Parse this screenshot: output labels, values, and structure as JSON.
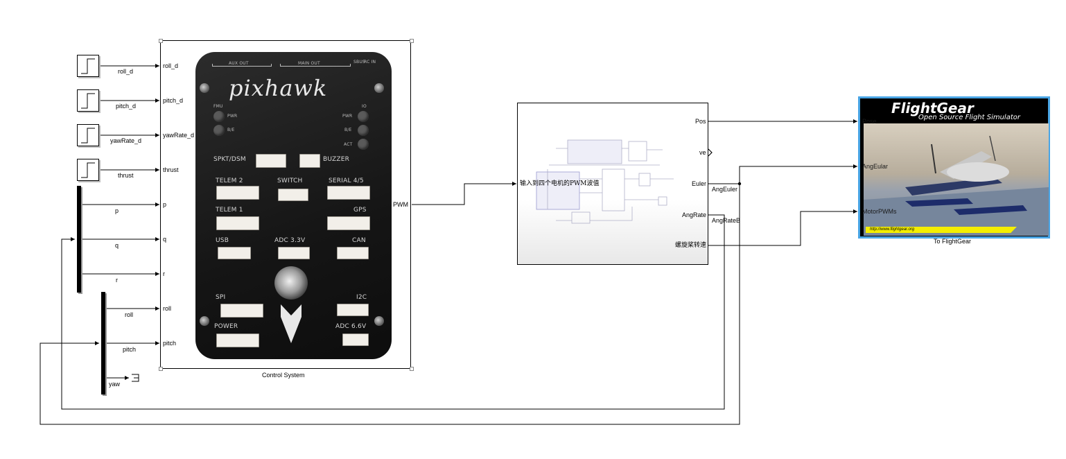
{
  "control_system": {
    "name": "Control System",
    "brand": "pixhawk",
    "inports": [
      "roll_d",
      "pitch_d",
      "yawRate_d",
      "thrust",
      "p",
      "q",
      "r",
      "roll",
      "pitch"
    ],
    "outport": "PWM",
    "panel": {
      "aux_out": "AUX OUT",
      "main_out": "MAIN OUT",
      "sbus": "SBUS",
      "rc_in": "RC IN",
      "fmu": "FMU",
      "pwr_left": "PWR",
      "be_left": "B/E",
      "io": "IO",
      "pwr_right": "PWR",
      "be_right": "B/E",
      "act": "ACT",
      "spkt": "SPKT/DSM",
      "buzzer": "BUZZER",
      "telem2": "TELEM 2",
      "switch": "SWITCH",
      "serial45": "SERIAL 4/5",
      "telem1": "TELEM 1",
      "gps": "GPS",
      "usb": "USB",
      "adc33": "ADC 3.3V",
      "can": "CAN",
      "spi": "SPI",
      "i2c": "I2C",
      "power": "POWER",
      "adc66": "ADC 6.6V"
    }
  },
  "step_signals": [
    "roll_d",
    "pitch_d",
    "yawRate_d",
    "thrust"
  ],
  "demux1_signals": [
    "p",
    "q",
    "r"
  ],
  "demux2_signals": [
    "roll",
    "pitch",
    "yaw"
  ],
  "subsystem": {
    "inport": "输入到四个电机的PWM波值",
    "outports": [
      "Pos",
      "ve",
      "Euler",
      "AngRate",
      "螺旋桨转速"
    ]
  },
  "subsystem_signals": {
    "euler": "AngEuler",
    "angrate": "AngRateB"
  },
  "flightgear": {
    "name": "To FlightGear",
    "title": "FlightGear",
    "subtitle": "Open Source Flight Simulator",
    "url": "http://www.flightgear.org",
    "inports": [
      "Pose",
      "AngEular",
      "MotorPWMs"
    ]
  },
  "colors": {
    "wire": "#000000",
    "fg_border": "#49a5e5",
    "url_bar": "#f4ee00",
    "board": "#1a1a1a"
  }
}
